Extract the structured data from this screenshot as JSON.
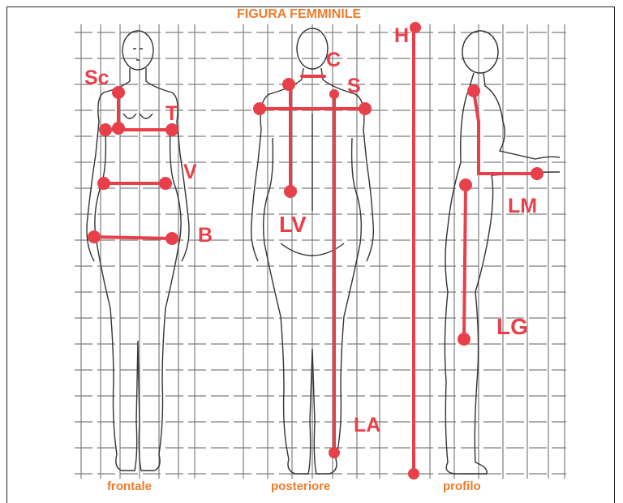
{
  "title": "FIGURA FEMMINILE",
  "view_labels": {
    "front": "frontale",
    "back": "posteriore",
    "side": "profilo"
  },
  "measure_labels": {
    "sc": "Sc",
    "t": "T",
    "v": "V",
    "b": "B",
    "c": "C",
    "s": "S",
    "lv": "LV",
    "la": "LA",
    "h": "H",
    "lm": "LM",
    "lg": "LG"
  },
  "colors": {
    "measure": "#e8404a",
    "title": "#f07a2a",
    "grid": "#555555",
    "outline": "#333333"
  }
}
